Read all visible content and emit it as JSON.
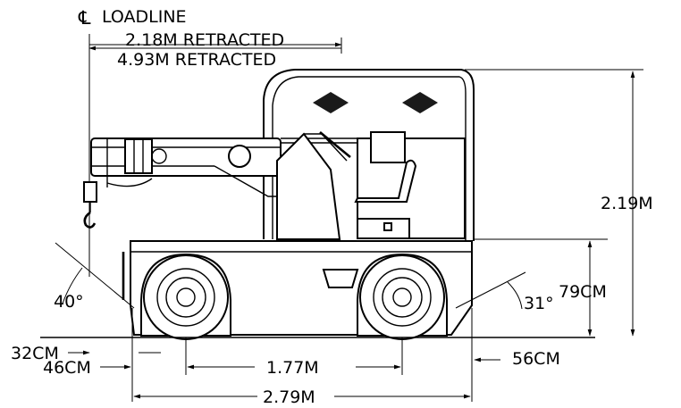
{
  "diagram": {
    "loadline_label": "LOADLINE",
    "boom_retracted_horizontal": "2.18M RETRACTED",
    "boom_retracted_vertical": "4.93M RETRACTED",
    "overall_height": "2.19M",
    "deck_height": "79CM",
    "front_angle": "40°",
    "rear_angle": "31°",
    "front_overhang_1": "32CM",
    "front_overhang_2": "46CM",
    "rear_overhang": "56CM",
    "wheelbase": "1.77M",
    "overall_length": "2.79M"
  }
}
